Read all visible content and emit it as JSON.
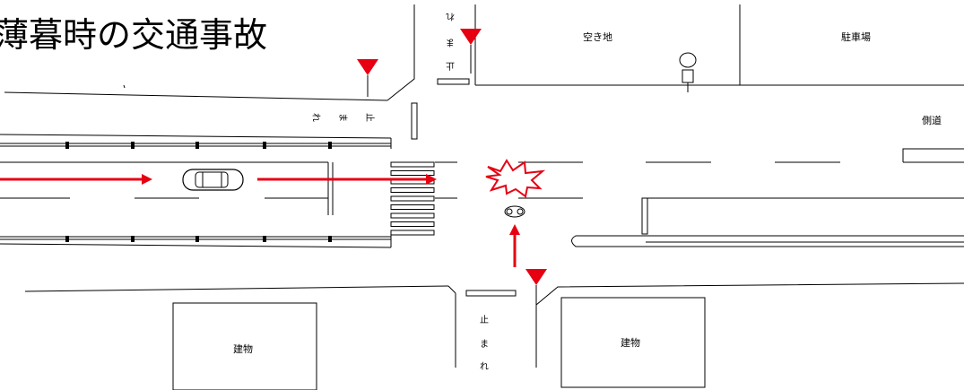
{
  "title": "薄暮時の交通事故",
  "labels": {
    "vacant_lot": "空き地",
    "parking": "駐車場",
    "side_road": "側道",
    "building_left": "建物",
    "building_right": "建物"
  },
  "stop_text": {
    "chars": [
      "止",
      "ま",
      "れ"
    ]
  },
  "colors": {
    "arrow": "#e60012",
    "stop_sign": "#e60012",
    "line": "#000000"
  }
}
